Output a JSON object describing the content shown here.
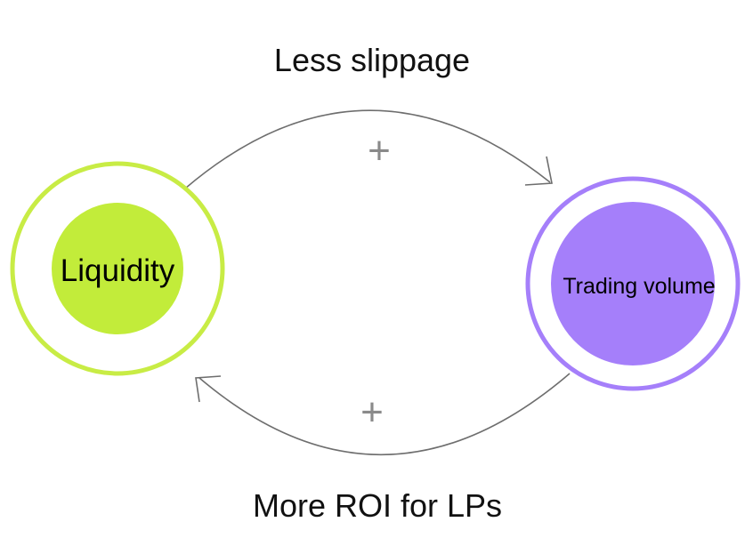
{
  "diagram": {
    "top_edge_label": "Less slippage",
    "bottom_edge_label": "More ROI for LPs",
    "top_edge_sign": "+",
    "bottom_edge_sign": "+",
    "nodes": {
      "liquidity": {
        "label": "Liquidity",
        "ring_color": "#c8ec45",
        "fill_color": "#c2ec3a"
      },
      "trading_volume": {
        "label": "Trading volume",
        "ring_color": "#a57ffa",
        "fill_color": "#a57ffa"
      }
    },
    "arrow_color": "#6e6e6e",
    "sign_color": "#8a8a8a"
  }
}
